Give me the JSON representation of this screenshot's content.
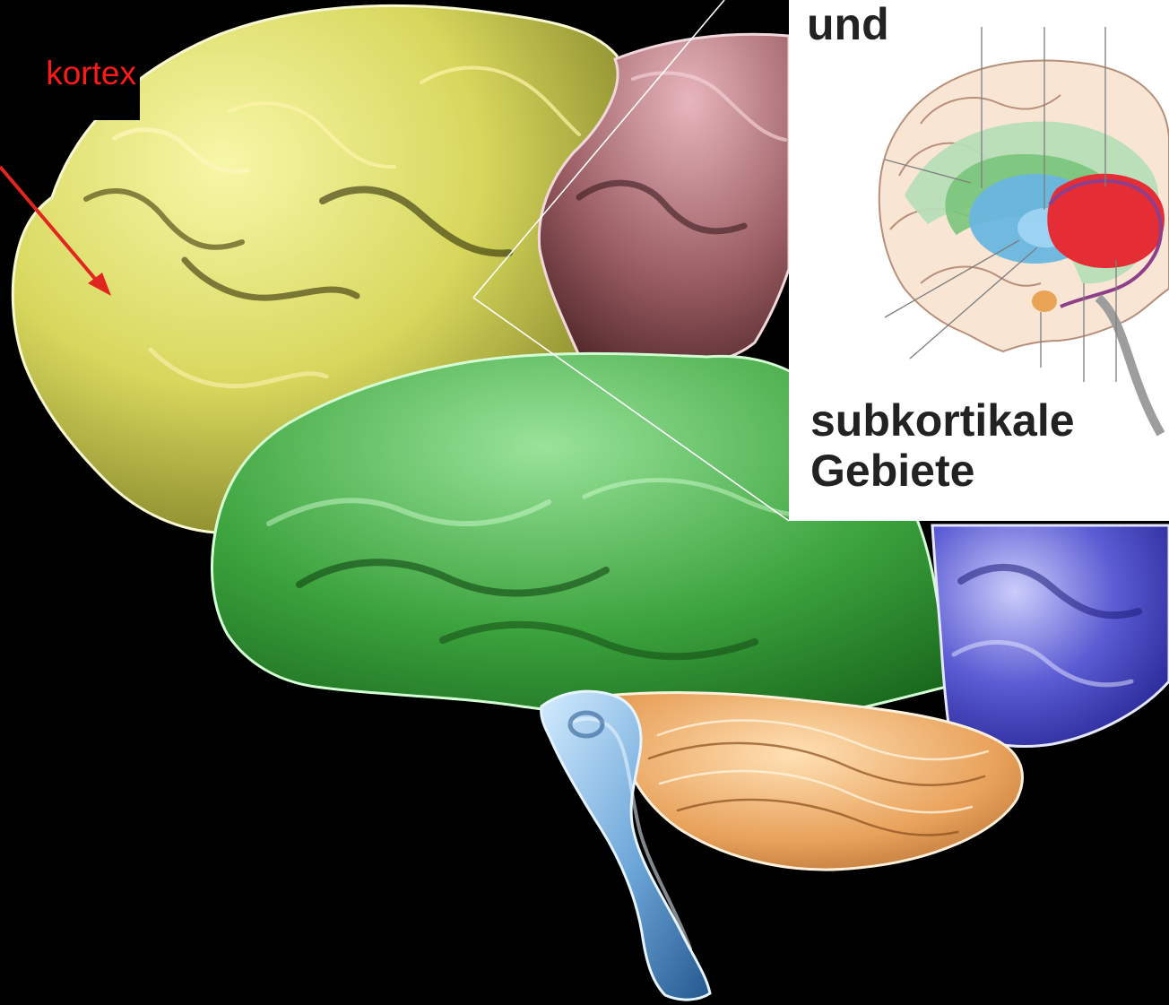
{
  "labels": {
    "cortex_label": "kortex"
  },
  "inset": {
    "title": "und",
    "subtitle_line_1": "subkortikale",
    "subtitle_line_2": "Gebiete"
  },
  "colors": {
    "background": "#000000",
    "frontal_lobe": "#d7d75d",
    "parietal_lobe": "#7f4a4d",
    "temporal_lobe": "#3ca33d",
    "occipital_lobe": "#5b5bd3",
    "cerebellum": "#e8a15a",
    "brainstem": "#6ea7d9",
    "cortex_label": "#ff1a1a",
    "inset_background": "#ffffff"
  },
  "icons": {
    "pointer": "red-arrow"
  }
}
